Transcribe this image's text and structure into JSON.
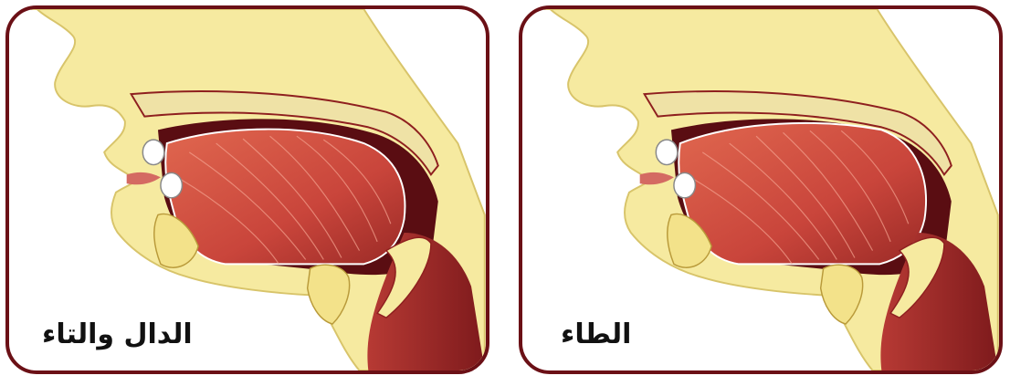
{
  "panels": [
    {
      "id": "left",
      "caption": "الدال والتاء"
    },
    {
      "id": "right",
      "caption": "الطاء"
    }
  ],
  "colors": {
    "frame": "#6b1016",
    "skin": "#f6eaa0",
    "skin_outline": "#d8c46a",
    "muscle": "#c9453b",
    "muscle_dark": "#8e1f1f",
    "cavity_dark": "#5a0d12",
    "bone": "#f3e28a"
  }
}
